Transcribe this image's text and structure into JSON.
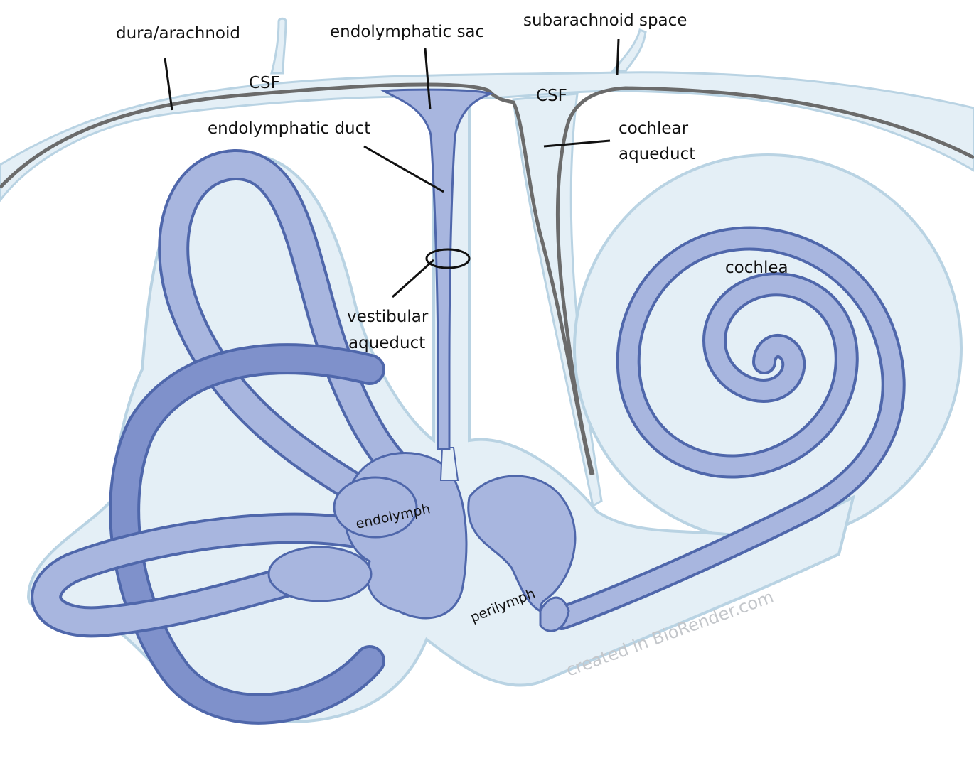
{
  "labels": {
    "dura_arachnoid": "dura/arachnoid",
    "endolymphatic_sac": "endolymphatic sac",
    "subarachnoid_space": "subarachnoid space",
    "csf_left": "CSF",
    "csf_right": "CSF",
    "endolymphatic_duct": "endolymphatic duct",
    "cochlear_aqueduct_line1": "cochlear",
    "cochlear_aqueduct_line2": "aqueduct",
    "cochlea": "cochlea",
    "vestibular_aqueduct_line1": "vestibular",
    "vestibular_aqueduct_line2": "aqueduct",
    "endolymph": "endolymph",
    "perilymph": "perilymph"
  },
  "watermark": "created in BioRender.com",
  "colors": {
    "perilymph_fill": "#e4eff6",
    "perilymph_edge": "#b9d3e3",
    "endolymph_fill": "#a8b6df",
    "endolymph_edge": "#4f67ab",
    "dura_line": "#6b6b6b",
    "leader_line": "#111111",
    "watermark": "#c4c7cb"
  }
}
